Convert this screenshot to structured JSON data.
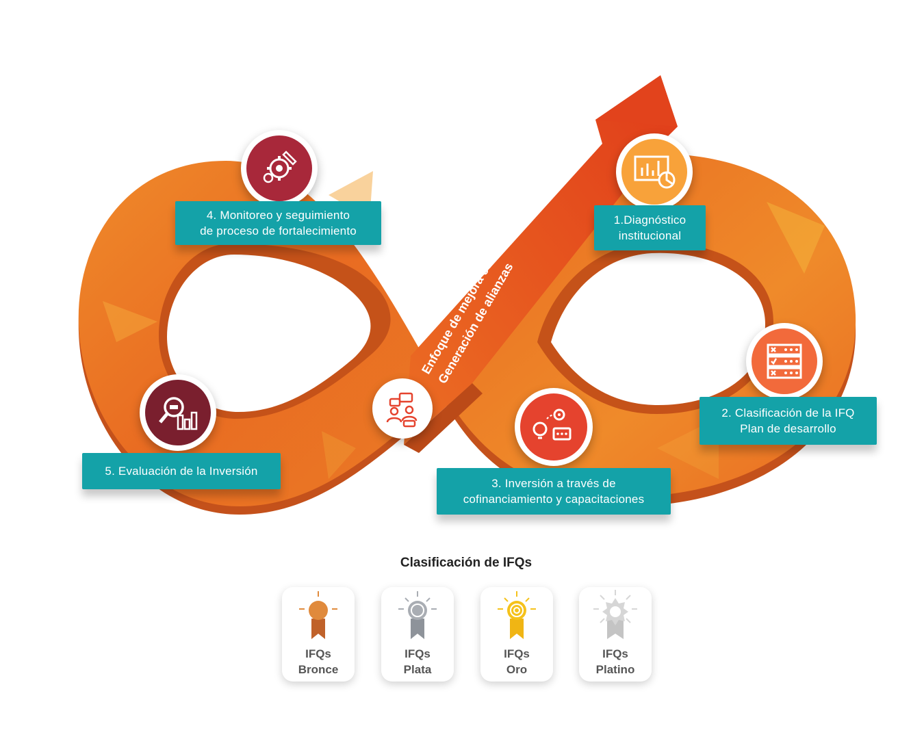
{
  "diagram": {
    "center_text": [
      "Enfoque de mejora continua",
      "Generación de alianzas"
    ],
    "steps": [
      {
        "id": "step-1",
        "lines": [
          "1.Diagnóstico",
          "institucional"
        ],
        "icon": "chart-analysis-icon",
        "color": "#f8a23a"
      },
      {
        "id": "step-2",
        "lines": [
          "2. Clasificación de la IFQ",
          "Plan de desarrollo"
        ],
        "icon": "checklist-icon",
        "color": "#f26a3b"
      },
      {
        "id": "step-3",
        "lines": [
          "3. Inversión a través de",
          "cofinanciamiento y capacitaciones"
        ],
        "icon": "idea-gear-chat-icon",
        "color": "#e5432e"
      },
      {
        "id": "step-4",
        "lines": [
          "4. Monitoreo y seguimiento",
          "de proceso de fortalecimiento"
        ],
        "icon": "gear-pencil-icon",
        "color": "#a8283a"
      },
      {
        "id": "step-5",
        "lines": [
          "5. Evaluación de la Inversión"
        ],
        "icon": "magnifier-chart-icon",
        "color": "#7a1f2e"
      }
    ],
    "partnership_icon": "people-chat-icon",
    "ribbon_colors": {
      "main": "#ea6f22",
      "dark": "#c8501a",
      "light": "#f29a2e",
      "arrow": "#e2431c"
    },
    "label_color": "#14a2a8"
  },
  "classification": {
    "title": "Clasificación de IFQs",
    "badges": [
      {
        "line1": "IFQs",
        "line2": "Bronce",
        "color": "#e08a3c",
        "ribbon": "#c0622a",
        "icon": "bronze-medal-icon"
      },
      {
        "line1": "IFQs",
        "line2": "Plata",
        "color": "#a9adb3",
        "ribbon": "#8e939a",
        "icon": "silver-medal-icon"
      },
      {
        "line1": "IFQs",
        "line2": "Oro",
        "color": "#f5c21b",
        "ribbon": "#f0b514",
        "icon": "gold-medal-icon"
      },
      {
        "line1": "IFQs",
        "line2": "Platino",
        "color": "#d6d6d6",
        "ribbon": "#c4c4c4",
        "icon": "platinum-medal-icon"
      }
    ]
  }
}
